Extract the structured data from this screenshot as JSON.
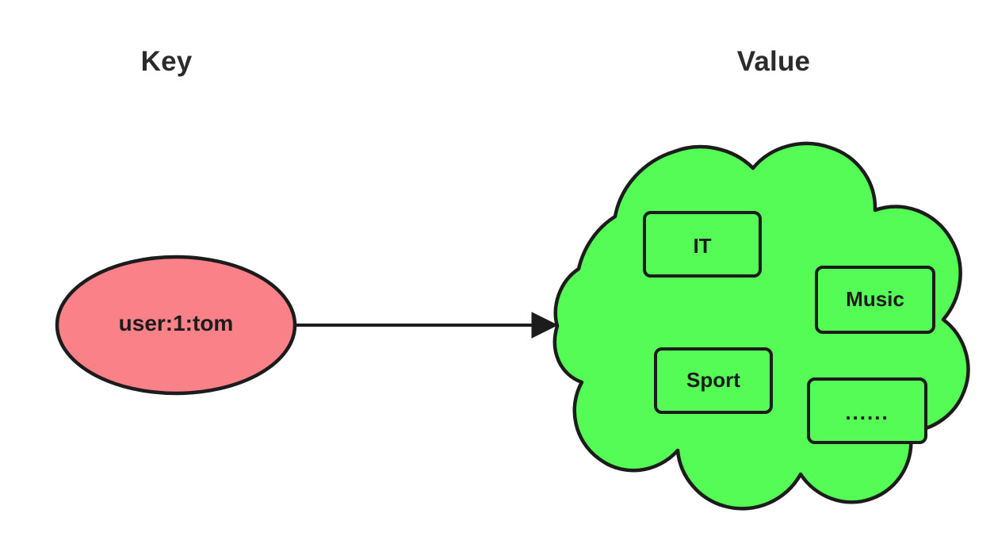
{
  "diagram": {
    "background_color": "#ffffff",
    "headings": {
      "key": "Key",
      "value": "Value"
    },
    "key_node": {
      "label": "user:1:tom",
      "shape": "ellipse",
      "fill_color": "#FA8187",
      "stroke_color": "#1c1c1c"
    },
    "value_node": {
      "shape": "cloud",
      "fill_color": "#55FC55",
      "stroke_color": "#1c1c1c",
      "items": [
        {
          "label": "IT"
        },
        {
          "label": "Music"
        },
        {
          "label": "Sport"
        },
        {
          "label": "......"
        }
      ]
    },
    "connector": {
      "type": "arrow",
      "direction": "key-to-value",
      "color": "#1c1c1c"
    }
  }
}
